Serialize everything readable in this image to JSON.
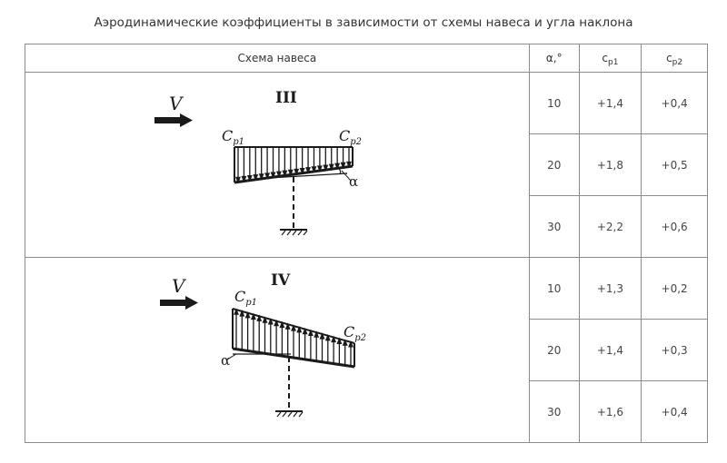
{
  "title": "Аэродинамические коэффициенты в зависимости от схемы навеса и угла наклона",
  "table": {
    "headers": {
      "scheme": "Схема навеса",
      "alpha": "α,°",
      "cp1_base": "c",
      "cp1_sub": "р1",
      "cp2_base": "c",
      "cp2_sub": "р2"
    },
    "groups": [
      {
        "scheme_label": "III",
        "wind_label": "V",
        "left_label_base": "C",
        "left_label_sub": "p1",
        "right_label_base": "C",
        "right_label_sub": "p2",
        "angle_label": "α",
        "rows": [
          {
            "alpha": "10",
            "cp1": "+1,4",
            "cp2": "+0,4"
          },
          {
            "alpha": "20",
            "cp1": "+1,8",
            "cp2": "+0,5"
          },
          {
            "alpha": "30",
            "cp1": "+2,2",
            "cp2": "+0,6"
          }
        ]
      },
      {
        "scheme_label": "IV",
        "wind_label": "V",
        "left_label_base": "C",
        "left_label_sub": "p1",
        "right_label_base": "C",
        "right_label_sub": "p2",
        "angle_label": "α",
        "rows": [
          {
            "alpha": "10",
            "cp1": "+1,3",
            "cp2": "+0,2"
          },
          {
            "alpha": "20",
            "cp1": "+1,4",
            "cp2": "+0,3"
          },
          {
            "alpha": "30",
            "cp1": "+1,6",
            "cp2": "+0,4"
          }
        ]
      }
    ]
  }
}
